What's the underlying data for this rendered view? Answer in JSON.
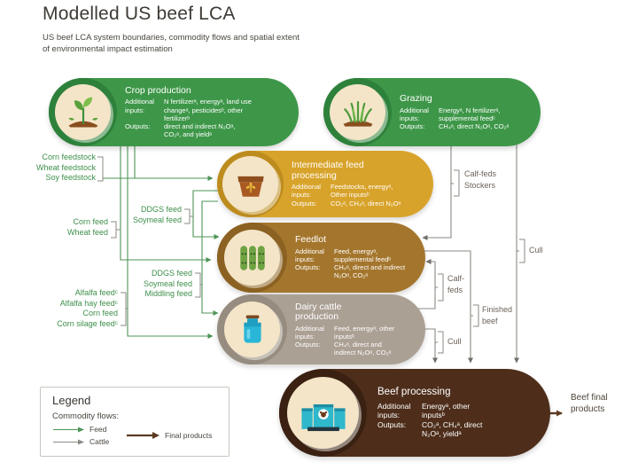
{
  "header": {
    "title": "Modelled US beef LCA",
    "subtitle1": "US beef LCA system boundaries, commodity flows and spatial extent",
    "subtitle2": "of environmental impact estimation"
  },
  "nodes": {
    "crop": {
      "title": "Crop production",
      "inputs_label": "Additional inputs:",
      "inputs": "N fertilizerᵃ, energyᵃ, land use changeᵃ, pesticidesᵇ, other fertilizerᵇ",
      "outputs_label": "Outputs:",
      "outputs": "direct and indirect N₂Oᵃ, CO₂ᵃ, and yieldᵃ"
    },
    "grazing": {
      "title": "Grazing",
      "inputs_label": "Additional inputs:",
      "inputs": "Energyᵃ, N fertilizerᵃ, supplemental feedᶜ",
      "outputs_label": "Outputs:",
      "outputs": "CH₄ᵃ, direct N₂Oᵃ, CO₂ᵃ"
    },
    "intermediate": {
      "title": "Intermediate feed processing",
      "inputs_label": "Additional inputs:",
      "inputs": "Feedstocks, energyᵃ, Other inputsᵇ",
      "outputs_label": "Outputs:",
      "outputs": "CO₂ᵃ, CH₄ᵃ, direct N₂Oᵃ"
    },
    "feedlot": {
      "title": "Feedlot",
      "inputs_label": "Additional inputs:",
      "inputs": "Feed, energyᵃ, supplemental feedᵇ",
      "outputs_label": "Outputs:",
      "outputs": "CH₄ᵃ, direct and indirect N₂Oᵃ, CO₂ᵃ"
    },
    "dairy": {
      "title": "Dairy cattle production",
      "inputs_label": "Additional inputs:",
      "inputs": "Feed, energyᵃ, other inputsᵇ",
      "outputs_label": "Outputs:",
      "outputs": "CH₄ᵃ, direct and indirect N₂Oᵃ, CO₂ᵃ"
    },
    "beef": {
      "title": "Beef processing",
      "inputs_label": "Additional inputs:",
      "inputs": "Energyᵃ, other inputsᵇ",
      "outputs_label": "Outputs:",
      "outputs": "CO₂ᵃ, CH₄ᵃ, direct N₂Oᵃ, yieldᵃ"
    }
  },
  "feed_flows": {
    "g1": {
      "items": [
        "Corn feedstock",
        "Wheat feedstock",
        "Soy feedstock"
      ]
    },
    "g2": {
      "items": [
        "DDGS feed",
        "Soymeal feed"
      ]
    },
    "g3": {
      "items": [
        "Corn feed",
        "Wheat feed"
      ]
    },
    "g4": {
      "items": [
        "DDGS feed",
        "Soymeal feed",
        "Middling feed"
      ]
    },
    "g5": {
      "items": [
        "Alfalfa feedᶜ",
        "Alfalfa hay feedᶜ",
        "Corn feed",
        "Corn silage feedᶜ"
      ]
    }
  },
  "cattle_flows": {
    "calf_feds_stockers": {
      "lines": [
        "Calf-feds",
        "Stockers"
      ]
    },
    "cull_grazing": {
      "label": "Cull"
    },
    "calf_feds_dairy": {
      "lines": [
        "Calf-",
        "feds"
      ]
    },
    "finished_beef": {
      "lines": [
        "Finished",
        "beef"
      ]
    },
    "cull_dairy": {
      "label": "Cull"
    }
  },
  "product": {
    "label": "Beef final products"
  },
  "legend": {
    "title": "Legend",
    "subtitle": "Commodity flows:",
    "items": [
      {
        "label": "Feed",
        "color": "#4D9456"
      },
      {
        "label": "Cattle",
        "color": "#8B8A83"
      },
      {
        "label": "Final products",
        "color": "#5C3A21"
      }
    ]
  },
  "colors": {
    "crop_grazing_node": "#3E9749",
    "intermediate_node": "#D8A32B",
    "feedlot_node": "#A4762D",
    "dairy_node": "#ABA094",
    "beef_node": "#4E2E1B",
    "feed_line": "#4D9456",
    "cattle_line": "#8B8A83",
    "product_line": "#5C3A21"
  }
}
